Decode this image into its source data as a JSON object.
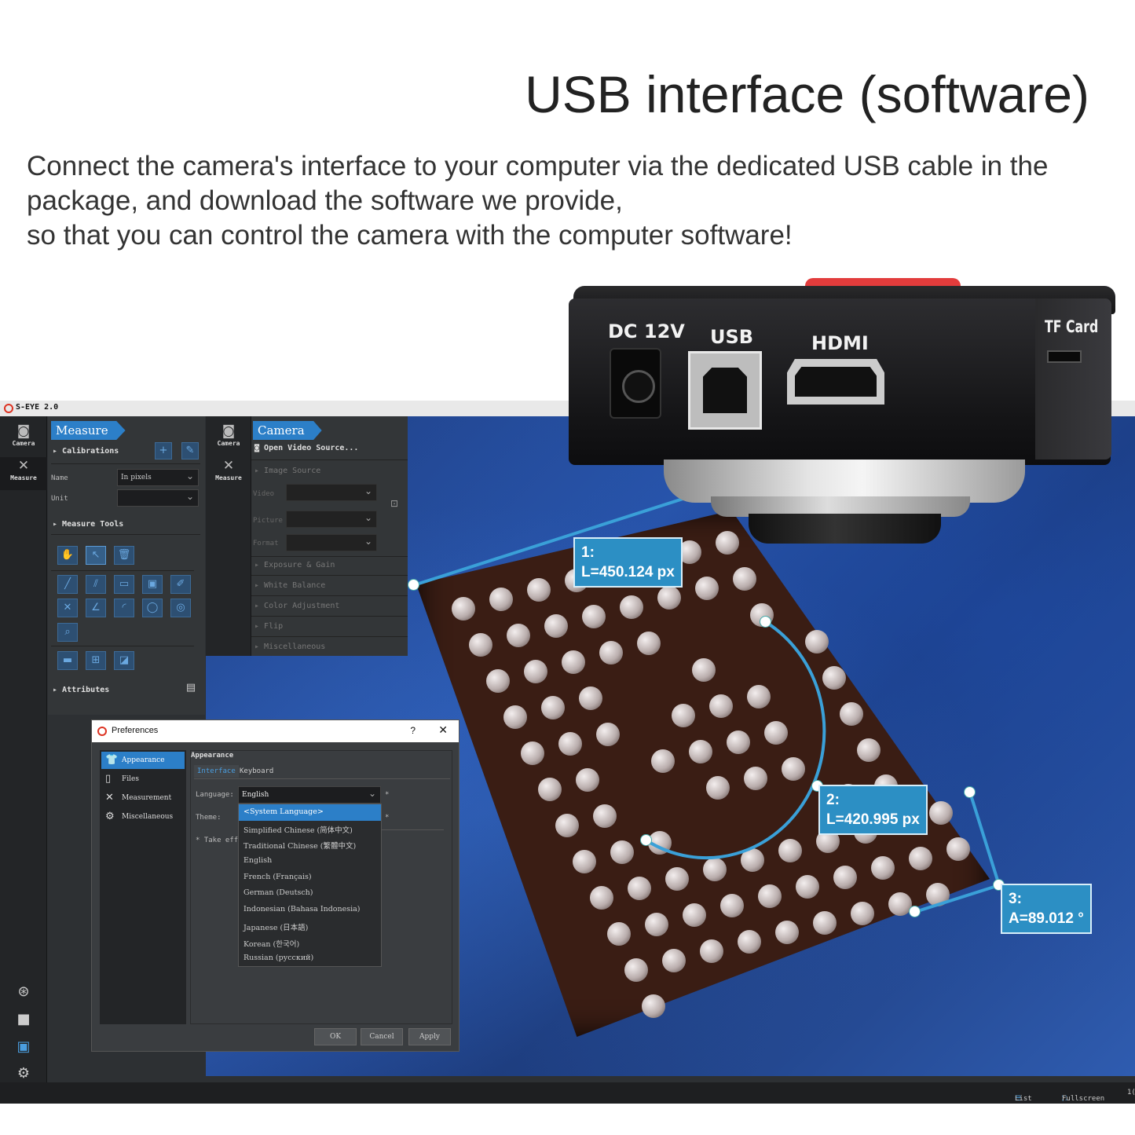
{
  "header": {
    "title": "USB interface (software)",
    "description_lines": [
      "Connect the camera's interface to your computer via the dedicated USB cable in the",
      "package, and download the software we provide,",
      "so that you can control the camera with the computer software!"
    ]
  },
  "camera_device": {
    "ports": [
      "DC 12V",
      "USB",
      "HDMI",
      "TF Card"
    ],
    "colors": {
      "button": "#e23c3c",
      "body": "#1a1a1c"
    }
  },
  "app": {
    "title": "S-EYE 2.0",
    "rail": {
      "camera": "Camera",
      "measure": "Measure"
    },
    "measure_panel": {
      "tab": "Measure",
      "calibrations": "Calibrations",
      "name_label": "Name",
      "name_value": "In pixels",
      "unit_label": "Unit",
      "unit_value": "",
      "measure_tools": "Measure Tools",
      "attributes": "Attributes"
    },
    "camera_panel": {
      "tab": "Camera",
      "open_source": "Open Video Source...",
      "image_source": "Image Source",
      "video_label": "Video",
      "picture_label": "Picture",
      "format_label": "Format",
      "sections": [
        "Exposure & Gain",
        "White Balance",
        "Color Adjustment",
        "Flip",
        "Miscellaneous"
      ]
    },
    "statusbar": {
      "list": "List",
      "fullscreen": "Fullscreen",
      "extra": "1("
    },
    "accent_color": "#2c7fc8"
  },
  "preferences": {
    "title": "Preferences",
    "help": "?",
    "close": "✕",
    "sidebar": [
      "Appearance",
      "Files",
      "Measurement",
      "Miscellaneous"
    ],
    "heading": "Appearance",
    "tabs": [
      "Interface",
      "Keyboard"
    ],
    "language_label": "Language:",
    "language_value": "English",
    "theme_label": "Theme:",
    "note": "* Take eff",
    "required_mark": "*",
    "language_options": [
      "<System Language>",
      "Simplified Chinese (简体中文)",
      "Traditional Chinese (繁體中文)",
      "English",
      "French (Français)",
      "German (Deutsch)",
      "Indonesian (Bahasa Indonesia)",
      "Japanese (日本語)",
      "Korean (한국어)",
      "Russian (русский)"
    ],
    "buttons": {
      "ok": "OK",
      "cancel": "Cancel",
      "apply": "Apply"
    }
  },
  "measurements": [
    {
      "id": "1:",
      "value": "L=450.124 px"
    },
    {
      "id": "2:",
      "value": "L=420.995 px"
    },
    {
      "id": "3:",
      "value": "A=89.012 °"
    }
  ]
}
